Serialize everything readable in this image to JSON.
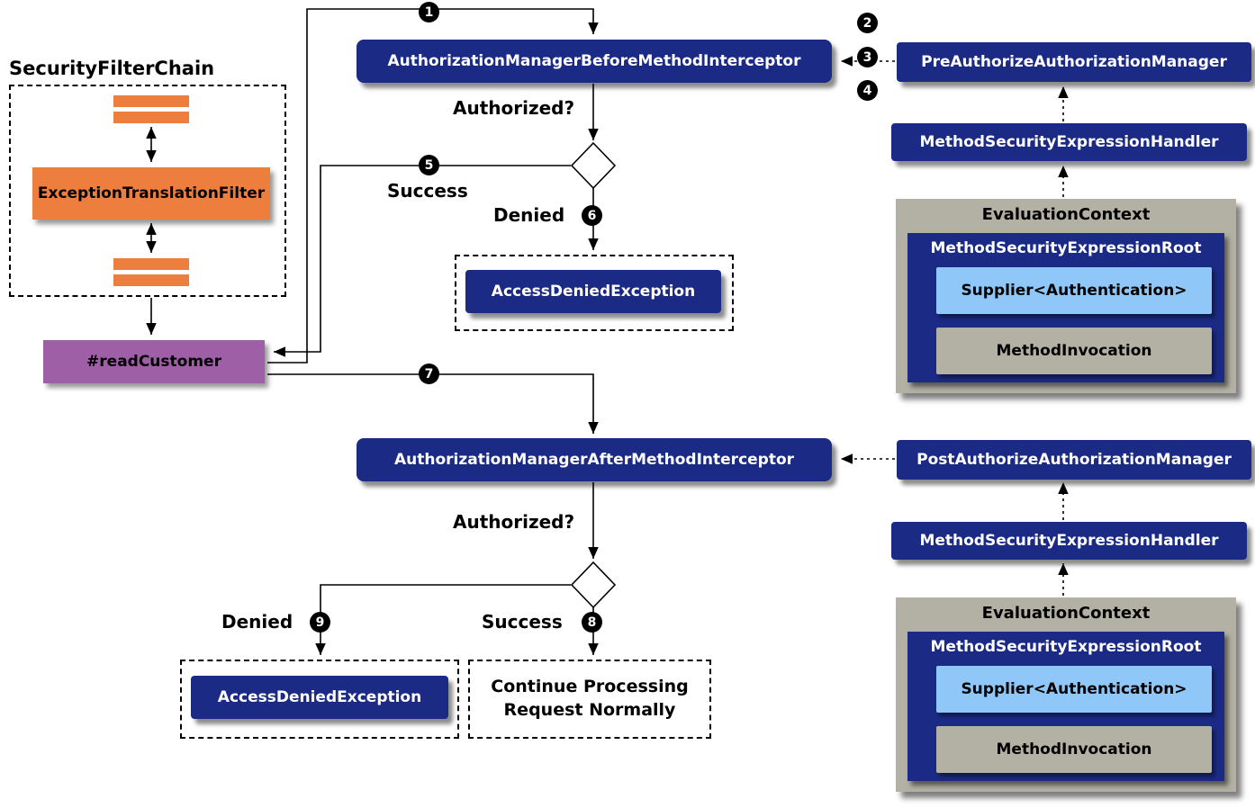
{
  "colors": {
    "navy": "#1b2b85",
    "orange": "#ee7e3e",
    "purple": "#9e5fa7",
    "light_blue": "#8fc8f8",
    "gray": "#b3b1a3"
  },
  "filter_chain": {
    "title": "SecurityFilterChain",
    "exception_filter": "ExceptionTranslationFilter"
  },
  "method": {
    "label": "#readCustomer"
  },
  "before": {
    "label": "AuthorizationManagerBeforeMethodInterceptor"
  },
  "after": {
    "label": "AuthorizationManagerAfterMethodInterceptor"
  },
  "pre_manager": {
    "label": "PreAuthorizeAuthorizationManager"
  },
  "post_manager": {
    "label": "PostAuthorizeAuthorizationManager"
  },
  "handler": {
    "label": "MethodSecurityExpressionHandler"
  },
  "context": {
    "title": "EvaluationContext",
    "root": "MethodSecurityExpressionRoot",
    "supplier": "Supplier<Authentication>",
    "invocation": "MethodInvocation"
  },
  "denied_box": {
    "label": "AccessDeniedException"
  },
  "continue_box": {
    "line1": "Continue Processing",
    "line2": "Request Normally"
  },
  "labels": {
    "authorized": "Authorized?",
    "success": "Success",
    "denied": "Denied"
  },
  "steps": {
    "1": "1",
    "2": "2",
    "3": "3",
    "4": "4",
    "5": "5",
    "6": "6",
    "7": "7",
    "8": "8",
    "9": "9"
  }
}
